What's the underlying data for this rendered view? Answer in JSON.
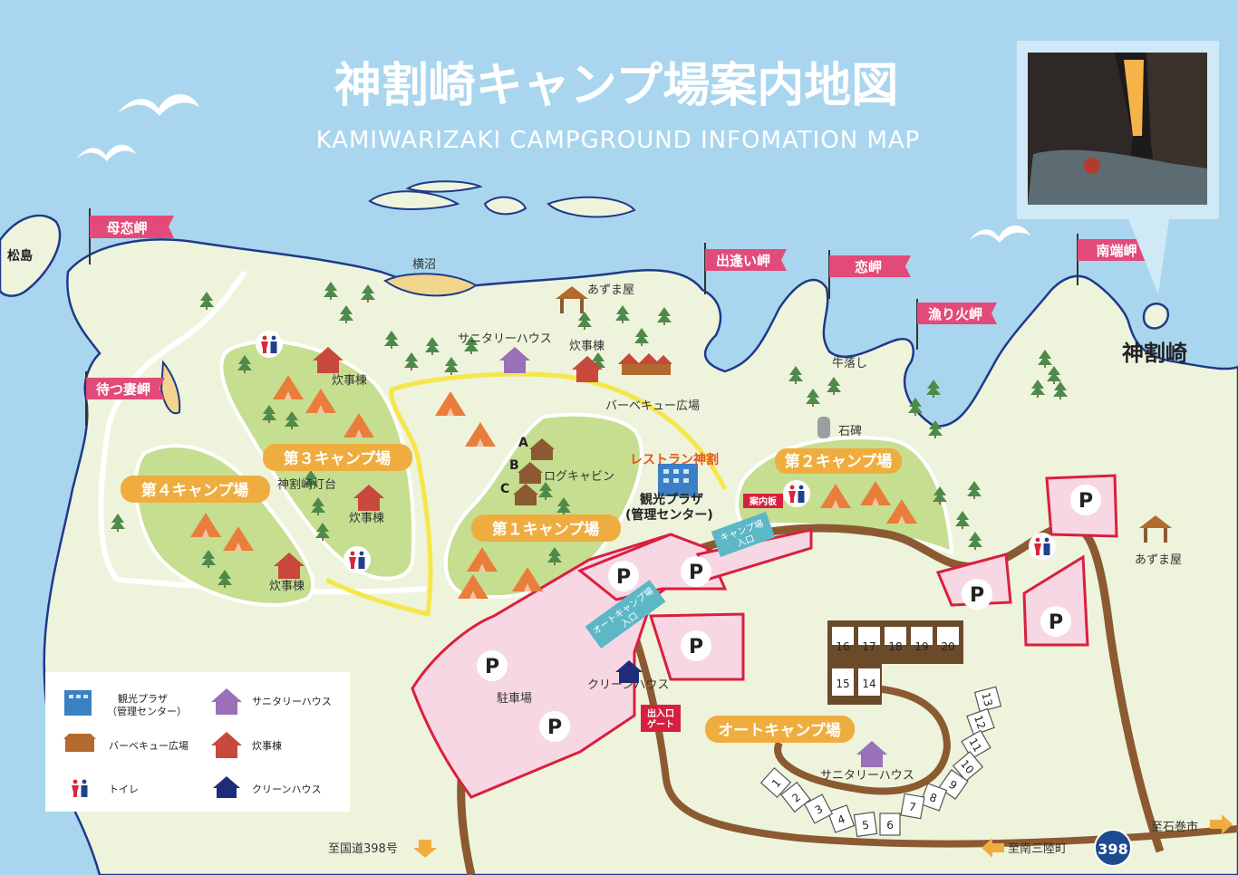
{
  "title": {
    "jp": "神割崎キャンプ場案内地図",
    "en": "KAMIWARIZAKI CAMPGROUND INFOMATION MAP"
  },
  "flags": {
    "bokoi": "母恋岬",
    "matsutsuma": "待つ妻岬",
    "deai": "出逢い岬",
    "koi": "恋岬",
    "isaribi": "漁り火岬",
    "nantan": "南端岬"
  },
  "places": {
    "matsushima": "松島",
    "yokonuma": "横沼",
    "kamiwarizaki": "神割崎",
    "ushiotoshi": "牛落し",
    "sekihi": "石碑",
    "azumaya_top": "あずま屋",
    "azumaya_right": "あずま屋",
    "sanitary_top": "サニタリーハウス",
    "sanitary_auto": "サニタリーハウス",
    "suiji_top": "炊事棟",
    "suiji_c3": "炊事棟",
    "suiji_c3b": "炊事棟",
    "suiji_c4": "炊事棟",
    "bbq": "バーベキュー広場",
    "log_cabin": "ログキャビン",
    "cabin_a": "A",
    "cabin_b": "B",
    "cabin_c": "C",
    "lighthouse": "神割崎灯台",
    "restaurant": "レストラン神割",
    "plaza_1": "観光プラザ",
    "plaza_2": "(管理センター)",
    "info_board": "案内板",
    "camp_entrance_1": "キャンプ場",
    "camp_entrance_2": "入口",
    "auto_entrance_1": "オートキャンプ場",
    "auto_entrance_2": "入口",
    "gate_1": "出入口",
    "gate_2": "ゲート",
    "parking": "駐車場",
    "clean_house": "クリーンハウス",
    "to_route398": "至国道398号",
    "to_minamisanriku": "至南三陸町",
    "to_ishinomaki": "至石巻市",
    "route_no": "398"
  },
  "camps": {
    "c1": "第１キャンプ場",
    "c2": "第２キャンプ場",
    "c3": "第３キャンプ場",
    "c4": "第４キャンプ場",
    "auto": "オートキャンプ場"
  },
  "parking_mark": "P",
  "sites_grid": [
    "16",
    "17",
    "18",
    "19",
    "20",
    "15",
    "14"
  ],
  "sites_arc": [
    "13",
    "12",
    "11",
    "10",
    "9",
    "8",
    "7",
    "6",
    "5",
    "4",
    "3",
    "2",
    "1"
  ],
  "legend": {
    "plaza": [
      "観光プラザ",
      "（管理センター）"
    ],
    "bbq": "バーベキュー広場",
    "toilet": "トイレ",
    "sanitary": "サニタリーハウス",
    "suiji": "炊事棟",
    "clean": "クリーンハウス"
  },
  "colors": {
    "sea": "#a9d6ee",
    "land": "#eef3dc",
    "camp_area": "#c6de90",
    "flag": "#e24a79",
    "camp_label": "#f0ad3f",
    "parking_fill": "#f7d7e3",
    "parking_border": "#d91f3f",
    "road": "#8b5a32",
    "yellow_path": "#f6e64a"
  }
}
